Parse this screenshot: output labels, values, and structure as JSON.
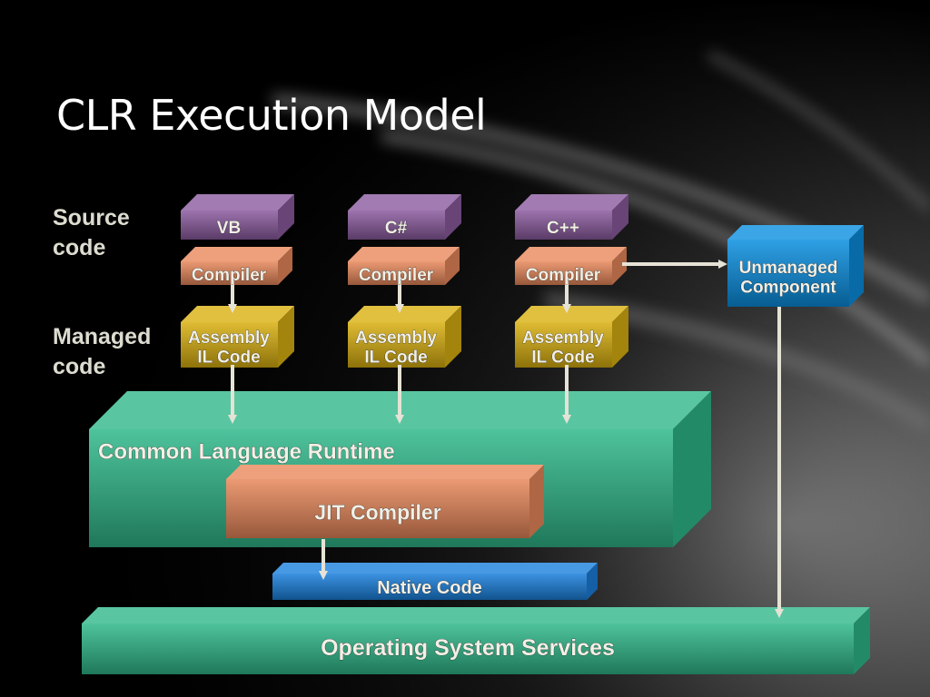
{
  "slide": {
    "title": "CLR Execution Model",
    "side_labels": {
      "source": [
        "Source",
        "code"
      ],
      "managed": [
        "Managed",
        "code"
      ]
    }
  },
  "languages": [
    {
      "name": "VB",
      "compiler": "Compiler",
      "assembly": [
        "Assembly",
        "IL Code"
      ]
    },
    {
      "name": "C#",
      "compiler": "Compiler",
      "assembly": [
        "Assembly",
        "IL Code"
      ]
    },
    {
      "name": "C++",
      "compiler": "Compiler",
      "assembly": [
        "Assembly",
        "IL Code"
      ]
    }
  ],
  "unmanaged": [
    "Unmanaged",
    "Component"
  ],
  "clr": {
    "label": "Common Language Runtime",
    "jit": "JIT Compiler"
  },
  "native_code": "Native Code",
  "os_services": "Operating System Services",
  "colors": {
    "language": "#8a5a9e",
    "compiler": "#e8885a",
    "assembly": "#d9b010",
    "unmanaged": "#0a8fe0",
    "clr": "#2fb88a",
    "jit": "#e8885a",
    "native": "#1a7fdc",
    "os": "#2fb88a",
    "arrow": "#e6e2d6"
  },
  "edges": [
    {
      "from": "VB Compiler",
      "to": "VB Assembly IL Code"
    },
    {
      "from": "C# Compiler",
      "to": "C# Assembly IL Code"
    },
    {
      "from": "C++ Compiler",
      "to": "C++ Assembly IL Code"
    },
    {
      "from": "C++ Compiler",
      "to": "Unmanaged Component"
    },
    {
      "from": "VB Assembly IL Code",
      "to": "Common Language Runtime"
    },
    {
      "from": "C# Assembly IL Code",
      "to": "Common Language Runtime"
    },
    {
      "from": "C++ Assembly IL Code",
      "to": "Common Language Runtime"
    },
    {
      "from": "JIT Compiler",
      "to": "Native Code"
    },
    {
      "from": "Unmanaged Component",
      "to": "Operating System Services"
    }
  ]
}
